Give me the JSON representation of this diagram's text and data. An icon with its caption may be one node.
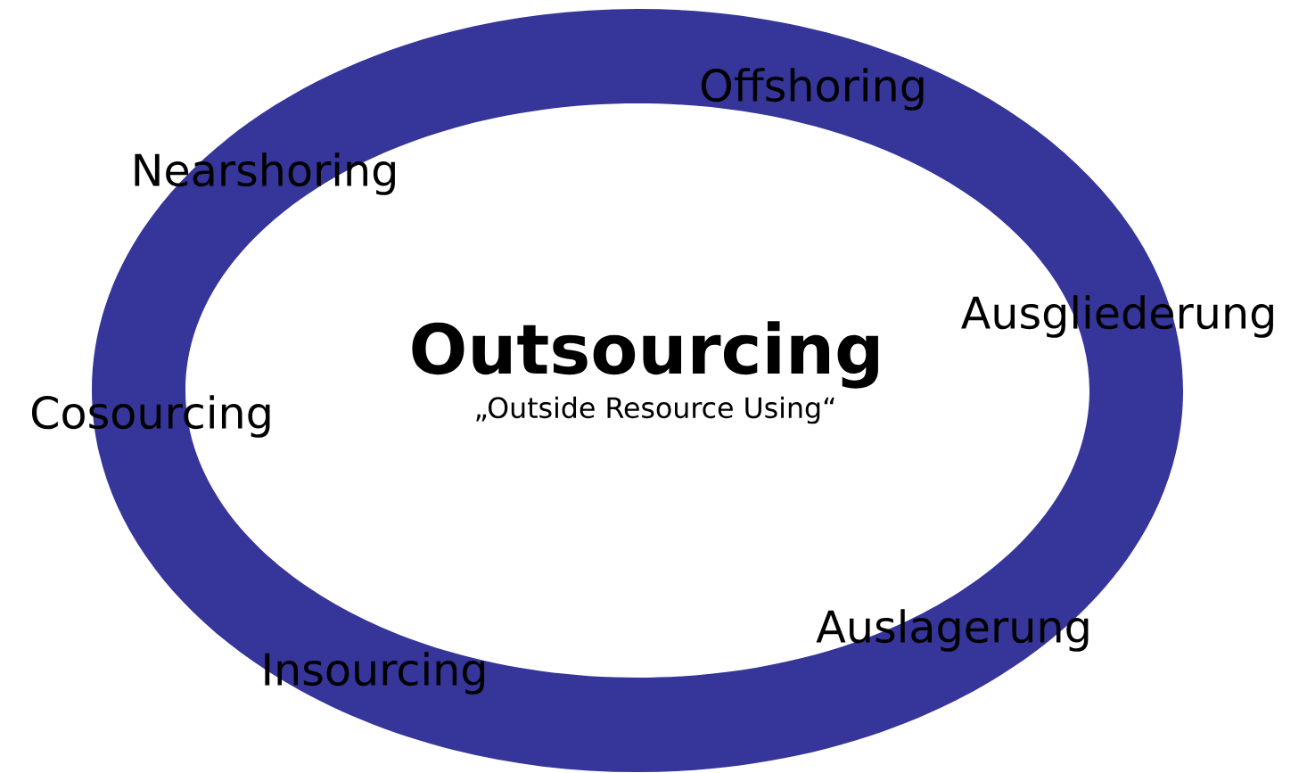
{
  "diagram": {
    "nodes": [
      {
        "text": [
          "Outsourcing",
          "„Outside Resource Using“"
        ]
      }
    ],
    "labels": [
      "Offshoring",
      "Nearshoring",
      "Ausgliederung",
      "Cosourcing",
      "Auslagerung",
      "Insourcing"
    ]
  }
}
